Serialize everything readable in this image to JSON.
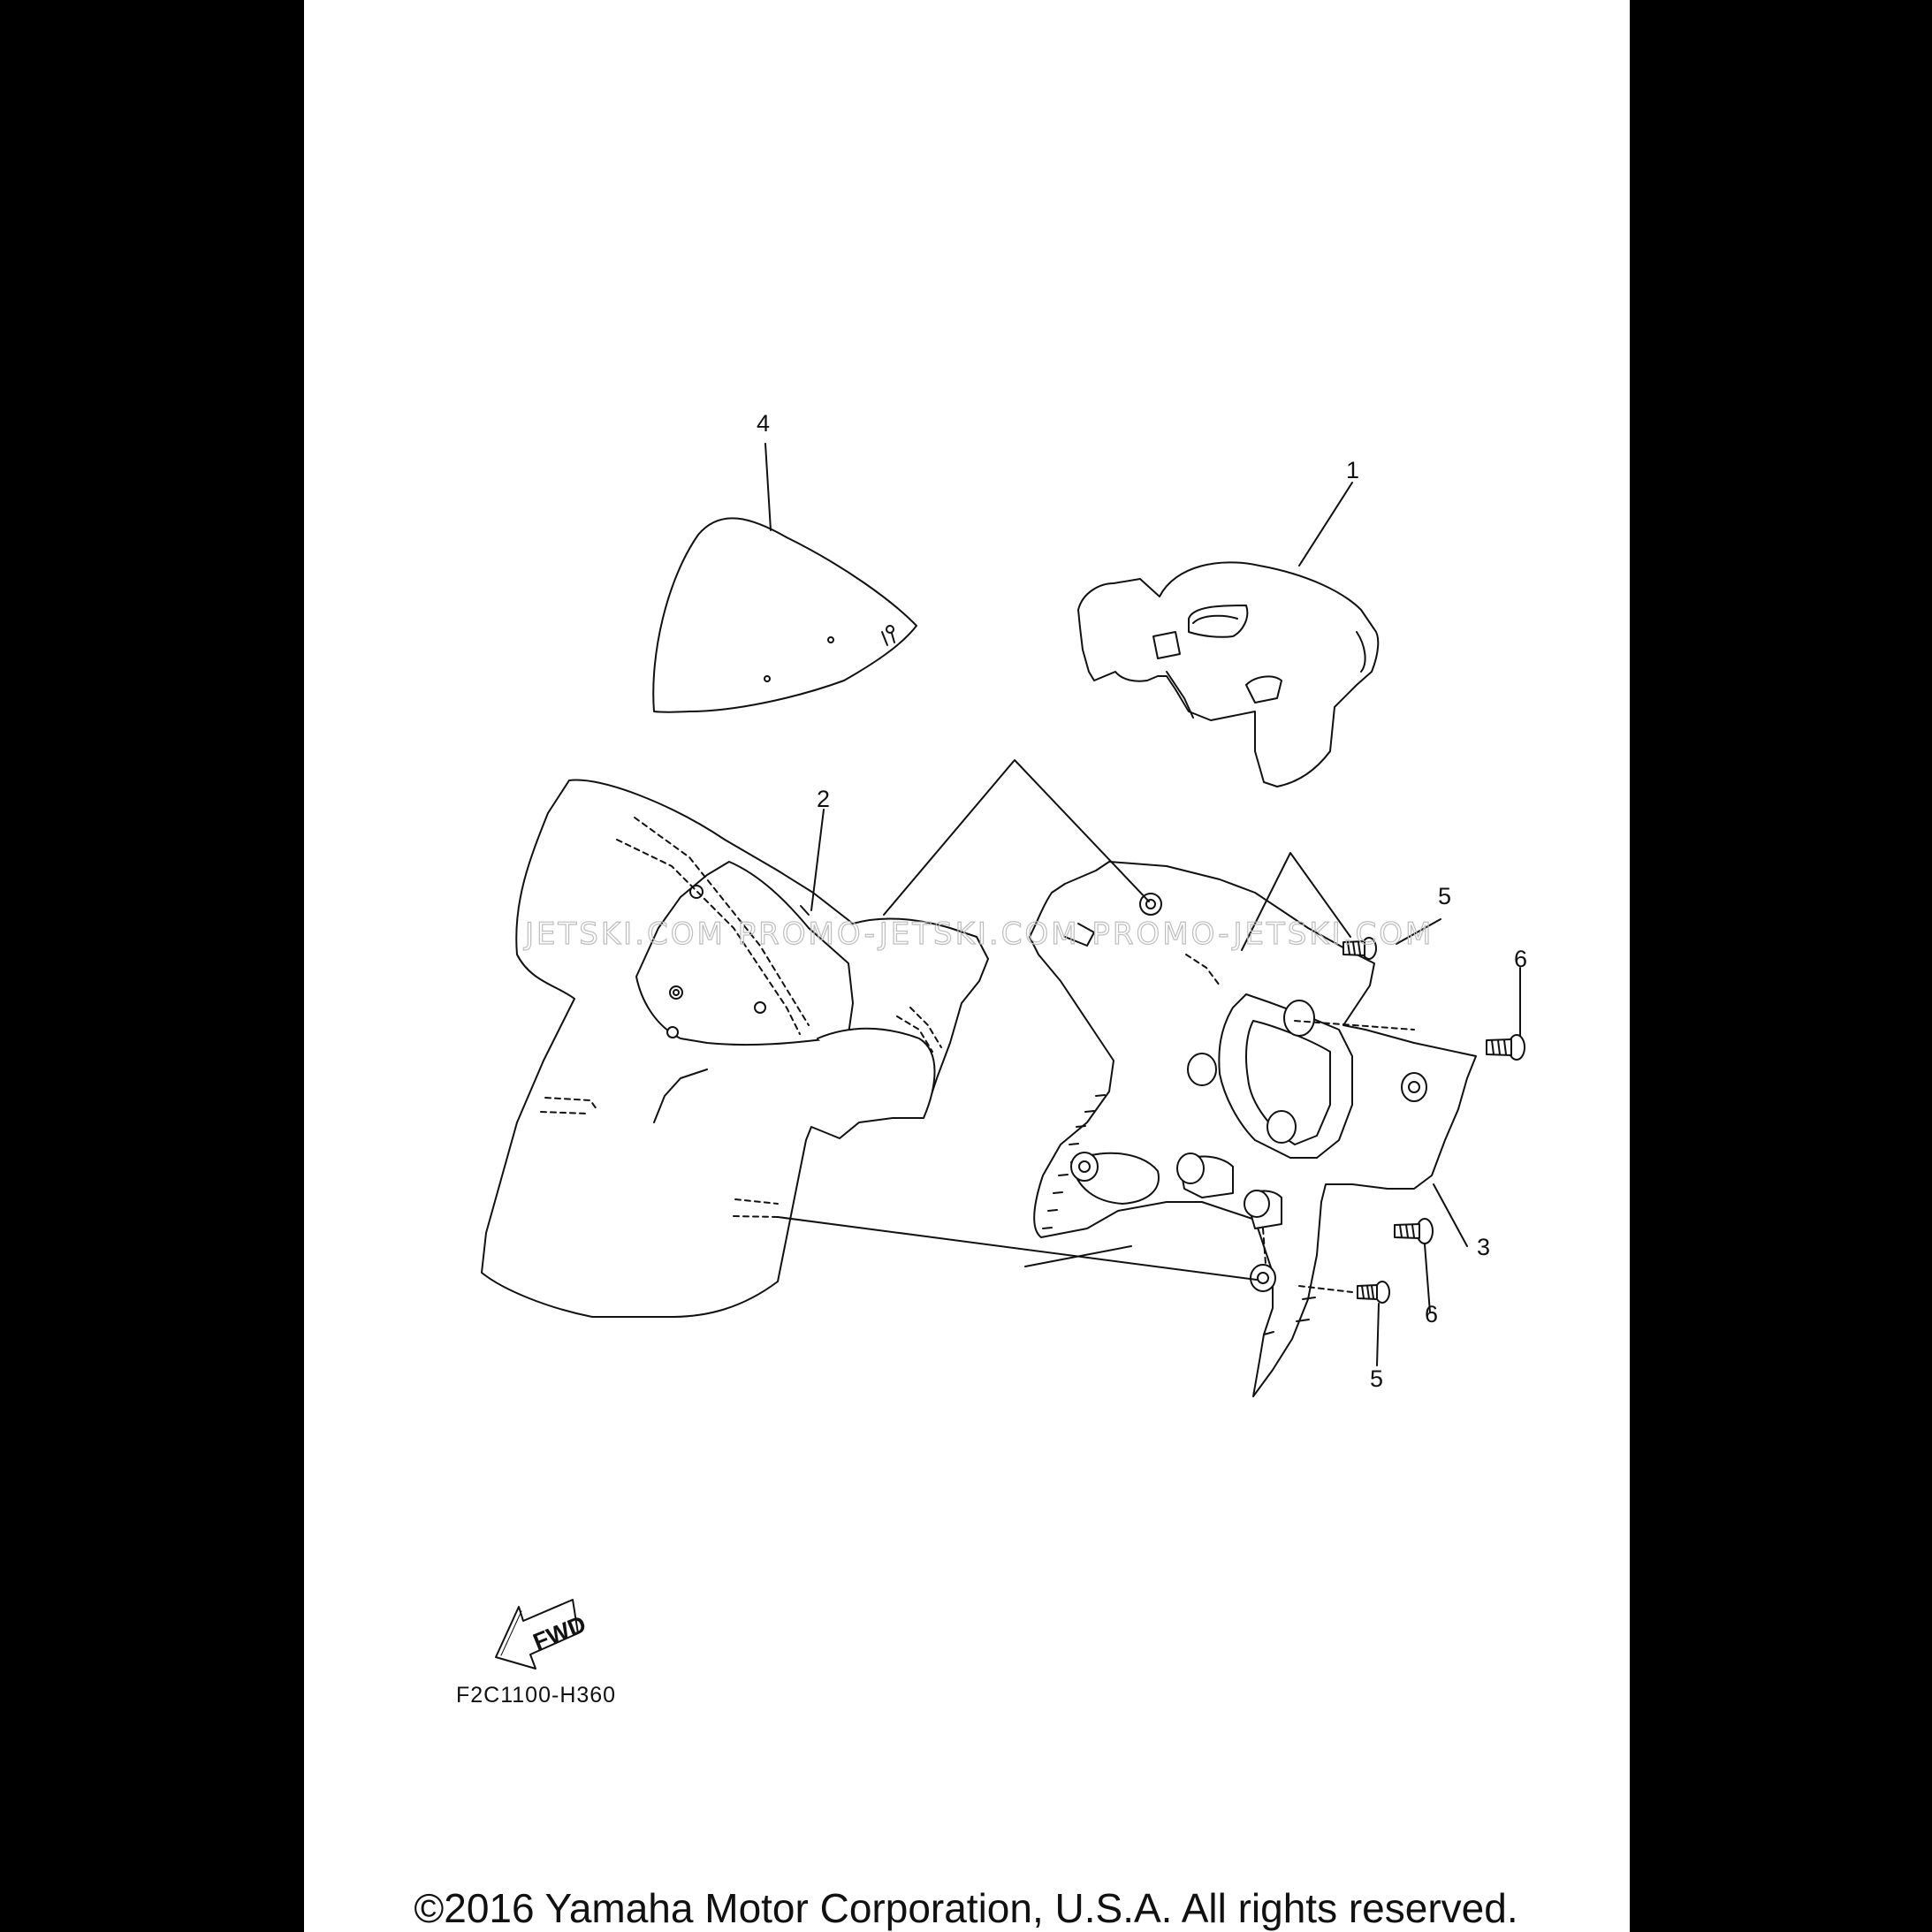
{
  "diagram": {
    "callouts": [
      "1",
      "2",
      "3",
      "4",
      "5",
      "6"
    ],
    "fwd_label": "FWD",
    "drawing_code": "F2C1100-H360",
    "watermark": "JETSKI.COM  PROMO-JETSKI.COM  PROMO-JETSKI.COM",
    "copyright": "©2016 Yamaha Motor Corporation, U.S.A. All rights reserved."
  }
}
